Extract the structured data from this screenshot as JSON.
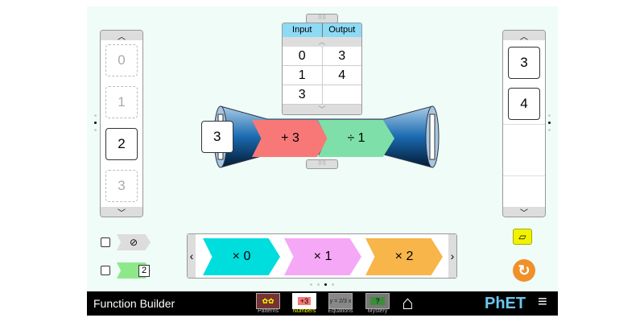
{
  "app_title": "Function Builder",
  "input_cards": [
    "0",
    "1",
    "2",
    "3"
  ],
  "output_cards": [
    "3",
    "4"
  ],
  "table": {
    "headers": [
      "Input",
      "Output"
    ],
    "rows": [
      [
        "0",
        "3"
      ],
      [
        "1",
        "4"
      ],
      [
        "3",
        ""
      ]
    ]
  },
  "builder": {
    "input_card": "3",
    "functions": [
      {
        "label": "+ 3",
        "color": "#f87878"
      },
      {
        "label": "÷ 1",
        "color": "#7ee0a8"
      }
    ]
  },
  "function_carousel": [
    {
      "label": "× 0",
      "color": "#00dddd"
    },
    {
      "label": "× 1",
      "color": "#f5a8f5"
    },
    {
      "label": "× 2",
      "color": "#f7b54a"
    }
  ],
  "page_indicator": {
    "count": 4,
    "current": 3
  },
  "options": {
    "hide_functions_checked": false,
    "show_count_checked": false,
    "count_value": "2"
  },
  "screens": [
    {
      "label": "Patterns",
      "icon": "butterflies"
    },
    {
      "label": "Numbers",
      "icon": "+3",
      "active": true
    },
    {
      "label": "Equations",
      "icon": "y = 2/3 x"
    },
    {
      "label": "Mystery",
      "icon": "?"
    }
  ],
  "brand": "PhET"
}
